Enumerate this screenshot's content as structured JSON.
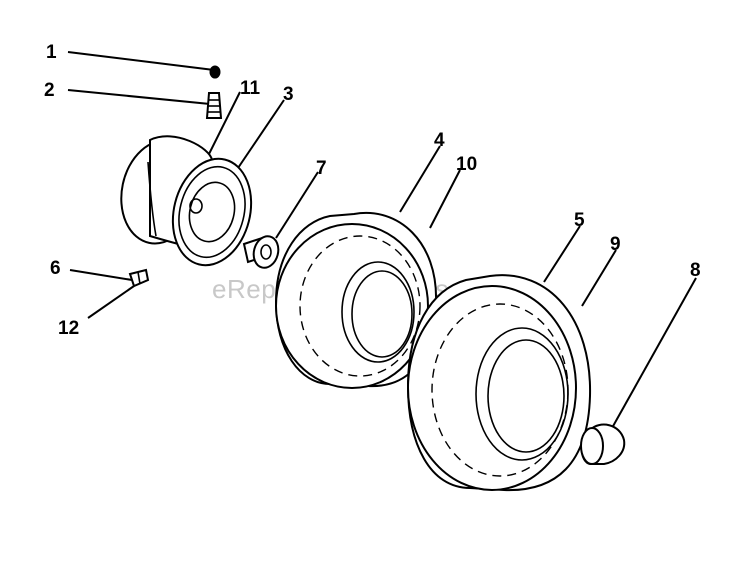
{
  "watermark": "eReplacementParts.com",
  "callouts": [
    {
      "id": "c1",
      "text": "1"
    },
    {
      "id": "c2",
      "text": "2"
    },
    {
      "id": "c3",
      "text": "3"
    },
    {
      "id": "c4",
      "text": "4"
    },
    {
      "id": "c5",
      "text": "5"
    },
    {
      "id": "c6",
      "text": "6"
    },
    {
      "id": "c7",
      "text": "7"
    },
    {
      "id": "c8",
      "text": "8"
    },
    {
      "id": "c9",
      "text": "9"
    },
    {
      "id": "c10",
      "text": "10"
    },
    {
      "id": "c11",
      "text": "11"
    },
    {
      "id": "c12",
      "text": "12"
    }
  ],
  "parts": [
    "valve-cap",
    "valve-stem",
    "wheel-rim",
    "tire-front",
    "tire-rear",
    "bolt",
    "bushing",
    "hub-cap",
    "grease-fitting"
  ],
  "colors": {
    "line": "#000000",
    "background": "#ffffff",
    "watermark": "#c8c8c8"
  }
}
